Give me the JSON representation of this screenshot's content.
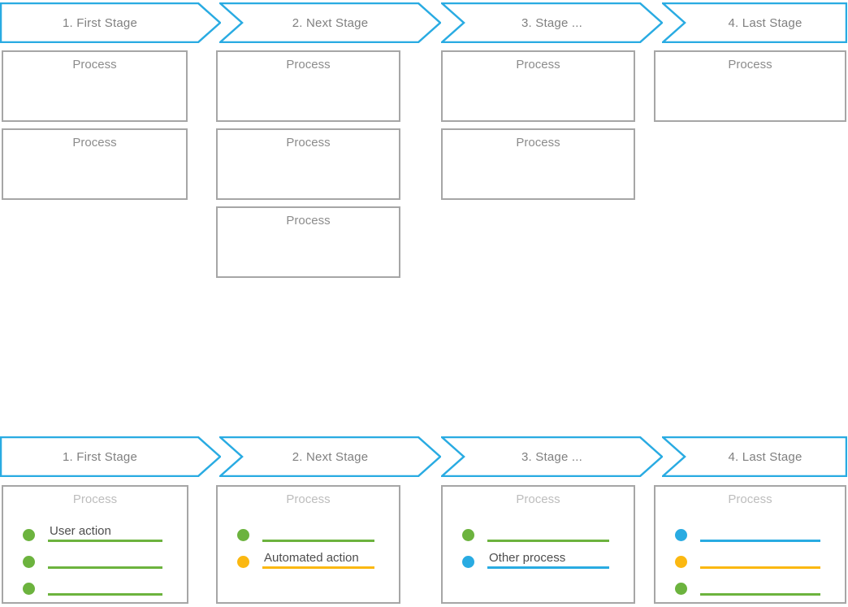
{
  "colors": {
    "background": "#FFFFFF",
    "chevron_stroke": "#29ABE2",
    "box_border": "#A6A6A6",
    "stage_text": "#808080",
    "process_text_top": "#8C8C8C",
    "process_text_bottom": "#BDBDBD",
    "item_text": "#4D4D4D",
    "green": "#6CB33E",
    "yellow": "#FBB811",
    "blue": "#29ABE2"
  },
  "top_section": {
    "stages": [
      {
        "label": "1. First Stage",
        "processes": [
          "Process",
          "Process"
        ]
      },
      {
        "label": "2. Next Stage",
        "processes": [
          "Process",
          "Process",
          "Process"
        ]
      },
      {
        "label": "3. Stage ...",
        "processes": [
          "Process",
          "Process"
        ]
      },
      {
        "label": "4. Last Stage",
        "processes": [
          "Process"
        ]
      }
    ]
  },
  "bottom_section": {
    "stages": [
      {
        "label": "1. First Stage",
        "process_title": "Process",
        "items": [
          {
            "color": "green",
            "text": "User action"
          },
          {
            "color": "green",
            "text": ""
          },
          {
            "color": "green",
            "text": ""
          }
        ]
      },
      {
        "label": "2. Next Stage",
        "process_title": "Process",
        "items": [
          {
            "color": "green",
            "text": ""
          },
          {
            "color": "yellow",
            "text": "Automated action"
          }
        ]
      },
      {
        "label": "3. Stage ...",
        "process_title": "Process",
        "items": [
          {
            "color": "green",
            "text": ""
          },
          {
            "color": "blue",
            "text": "Other process"
          }
        ]
      },
      {
        "label": "4. Last Stage",
        "process_title": "Process",
        "items": [
          {
            "color": "blue",
            "text": ""
          },
          {
            "color": "yellow",
            "text": ""
          },
          {
            "color": "green",
            "text": ""
          }
        ]
      }
    ]
  }
}
